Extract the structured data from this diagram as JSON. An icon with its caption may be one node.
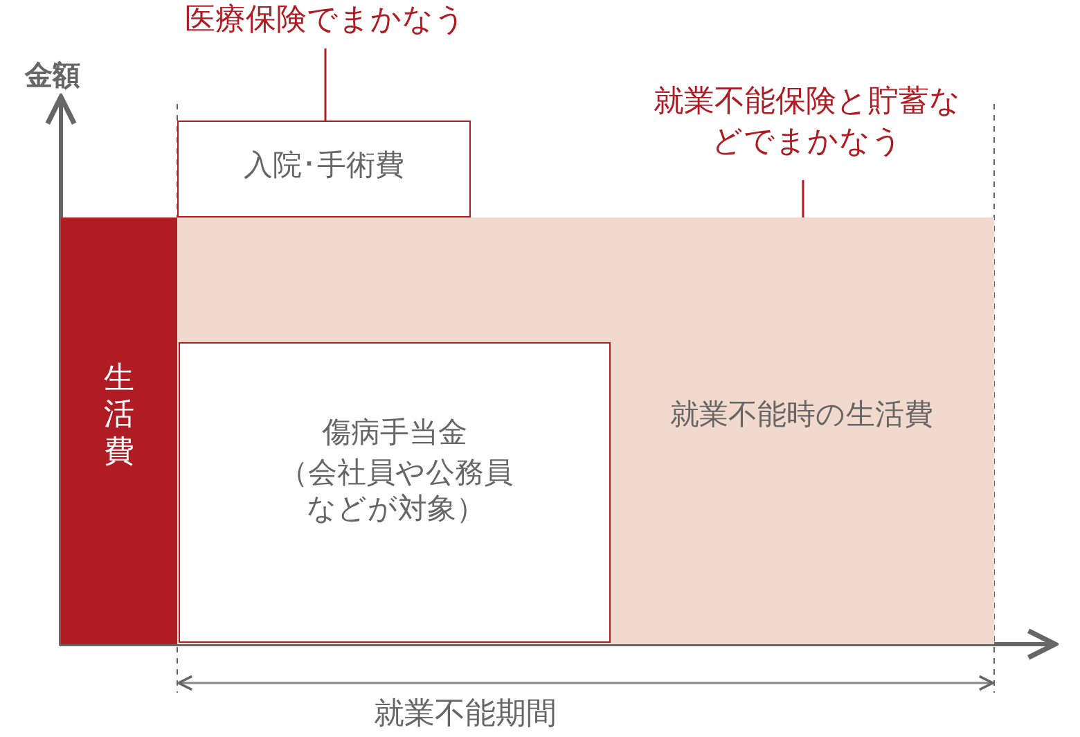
{
  "diagram": {
    "nodes": [
      {
        "text": [
          "生活費"
        ]
      },
      {
        "text": [
          "入院･手術費"
        ]
      },
      {
        "text": [
          "就業不能時の生活費"
        ]
      },
      {
        "text": [
          "傷病手当金",
          "（会社員や公務員などが対象）"
        ],
        "in": 2
      },
      {
        "text": [
          "医療保険でまかなう"
        ]
      },
      {
        "text": [
          "就業不能保険と貯蓄などでまかなう"
        ]
      }
    ],
    "edges": [
      {
        "from": 4,
        "to": 1,
        "arrow": "none"
      },
      {
        "from": 5,
        "to": 2,
        "arrow": "none"
      }
    ],
    "labels": [
      "金額",
      "就業不能期間"
    ]
  }
}
